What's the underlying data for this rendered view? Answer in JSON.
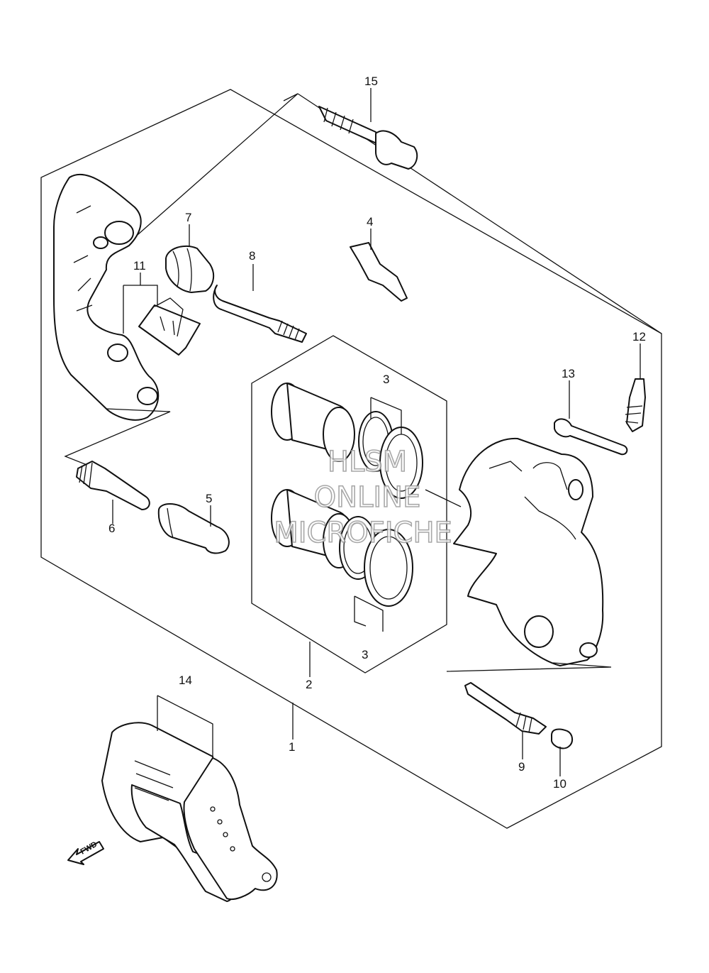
{
  "callouts": {
    "c1": "1",
    "c2": "2",
    "c3a": "3",
    "c3b": "3",
    "c4": "4",
    "c5": "5",
    "c6": "6",
    "c7": "7",
    "c8": "8",
    "c9": "9",
    "c10": "10",
    "c11": "11",
    "c12": "12",
    "c13": "13",
    "c14": "14",
    "c15": "15"
  },
  "watermark": {
    "line1": "HLSM",
    "line2": "ONLINE",
    "line3": "MICROFICHE"
  },
  "fwd_label": "FWD"
}
